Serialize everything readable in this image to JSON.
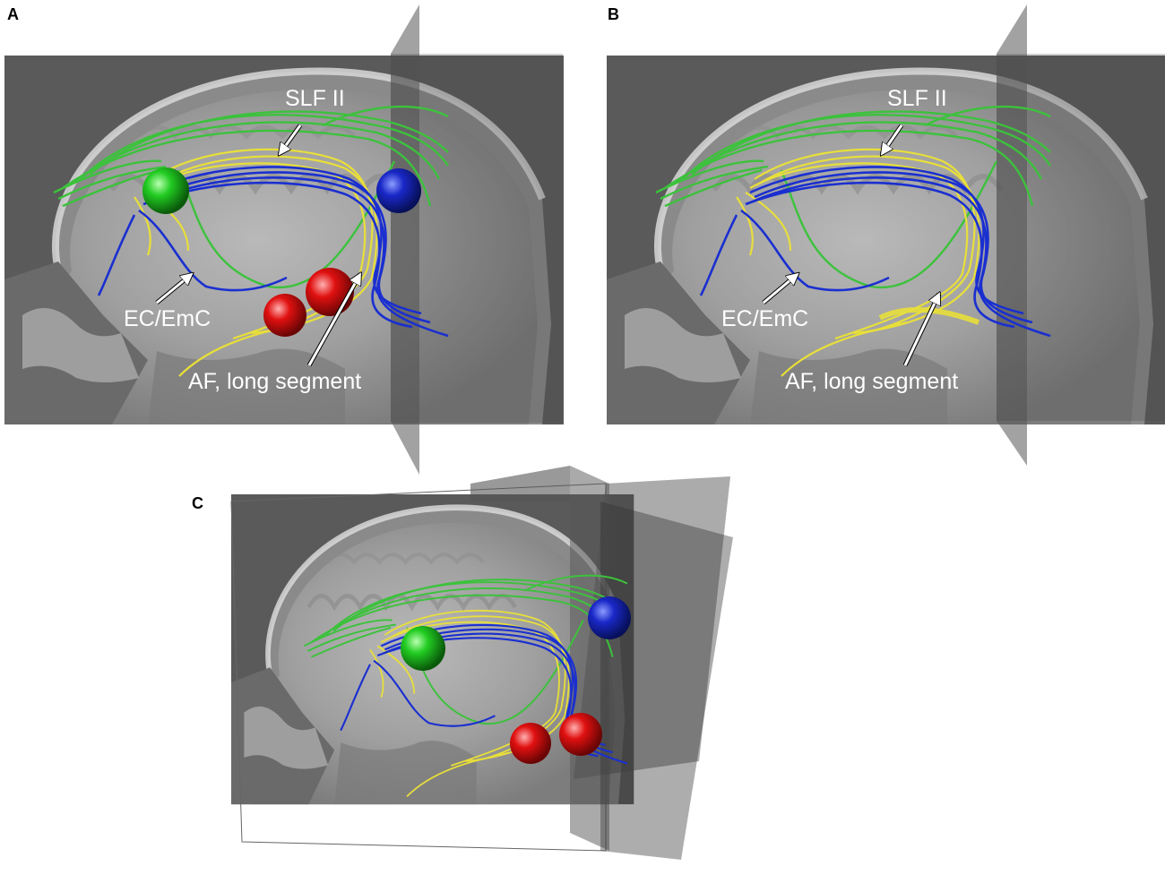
{
  "figure": {
    "panels": [
      {
        "letter": "A",
        "labels": {
          "slf": "SLF II",
          "ec": "EC/EmC",
          "af": "AF, long segment"
        },
        "spheres": [
          "green",
          "blue",
          "red",
          "red"
        ]
      },
      {
        "letter": "B",
        "labels": {
          "slf": "SLF II",
          "ec": "EC/EmC",
          "af": "AF, long segment"
        },
        "spheres": []
      },
      {
        "letter": "C",
        "labels": {},
        "spheres": [
          "green",
          "blue",
          "red",
          "red"
        ]
      }
    ],
    "colors": {
      "slf_tract": "#33bb33",
      "af_tract": "#1a2fd0",
      "ec_tract": "#e8e040",
      "green_sphere": "#22cc22",
      "blue_sphere": "#1a28c8",
      "red_sphere": "#e01010",
      "plane": "#555555",
      "mri_bg": "#6e6e6e"
    }
  }
}
